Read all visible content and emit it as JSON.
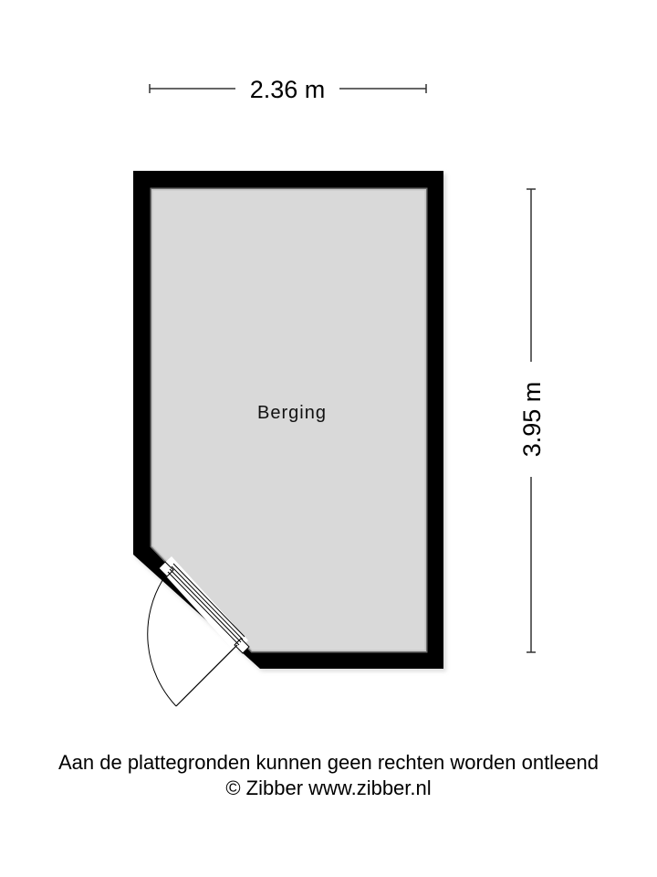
{
  "floorplan": {
    "rooms": [
      {
        "name": "Berging"
      }
    ],
    "dimensions": {
      "width_label": "2.36 m",
      "height_label": "3.95 m"
    },
    "colors": {
      "wall": "#000000",
      "floor": "#d9d9d9",
      "dimension_line": "#333333",
      "background": "#ffffff"
    }
  },
  "footer": {
    "disclaimer": "Aan de plattegronden kunnen geen rechten worden ontleend",
    "copyright": "© Zibber www.zibber.nl"
  }
}
